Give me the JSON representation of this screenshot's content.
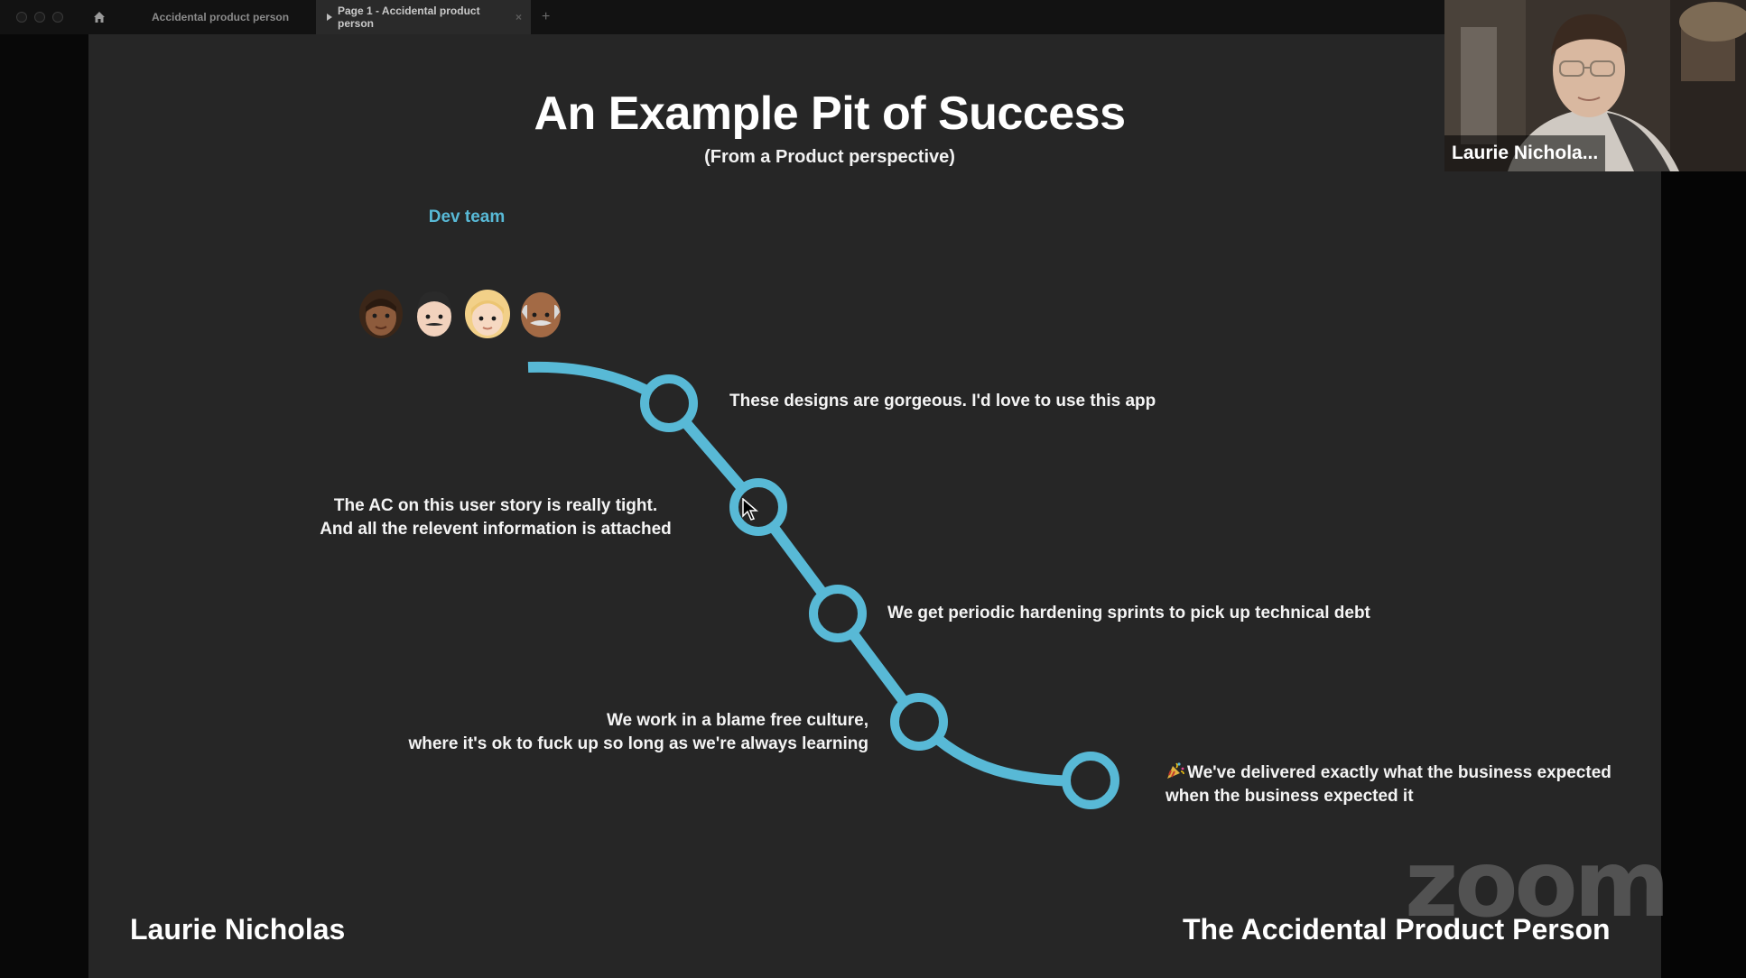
{
  "tabs": [
    {
      "label": "Accidental product person",
      "active": false
    },
    {
      "label": "Page 1 - Accidental product person",
      "active": true
    }
  ],
  "slide": {
    "title": "An Example Pit of Success",
    "subtitle": "(From a Product perspective)",
    "dev_team_label": "Dev team",
    "captions": [
      {
        "lines": [
          "These designs are gorgeous. I'd love to use this app"
        ]
      },
      {
        "lines": [
          "The AC on this user story is really tight.",
          "And all the relevent information is attached"
        ]
      },
      {
        "lines": [
          "We get periodic hardening sprints to pick up technical debt"
        ]
      },
      {
        "lines": [
          "We work in a blame free culture,",
          "where it's ok to fuck up so long as we're always learning"
        ]
      },
      {
        "lines": [
          "We've delivered exactly what the business expected",
          "when the business expected it"
        ]
      }
    ],
    "footer_left": "Laurie Nicholas",
    "footer_right": "The Accidental Product Person"
  },
  "webcam": {
    "participant_name": "Laurie Nichola..."
  },
  "watermark": "zoom",
  "colors": {
    "slide_bg": "#262626",
    "accent": "#58b9d6",
    "text": "#ffffff"
  },
  "icons": {
    "home": "home-icon",
    "tab_active": "play-icon",
    "tab_close": "close-icon",
    "new_tab": "plus-icon",
    "celebration": "party-popper-icon",
    "pointer": "cursor-icon"
  }
}
